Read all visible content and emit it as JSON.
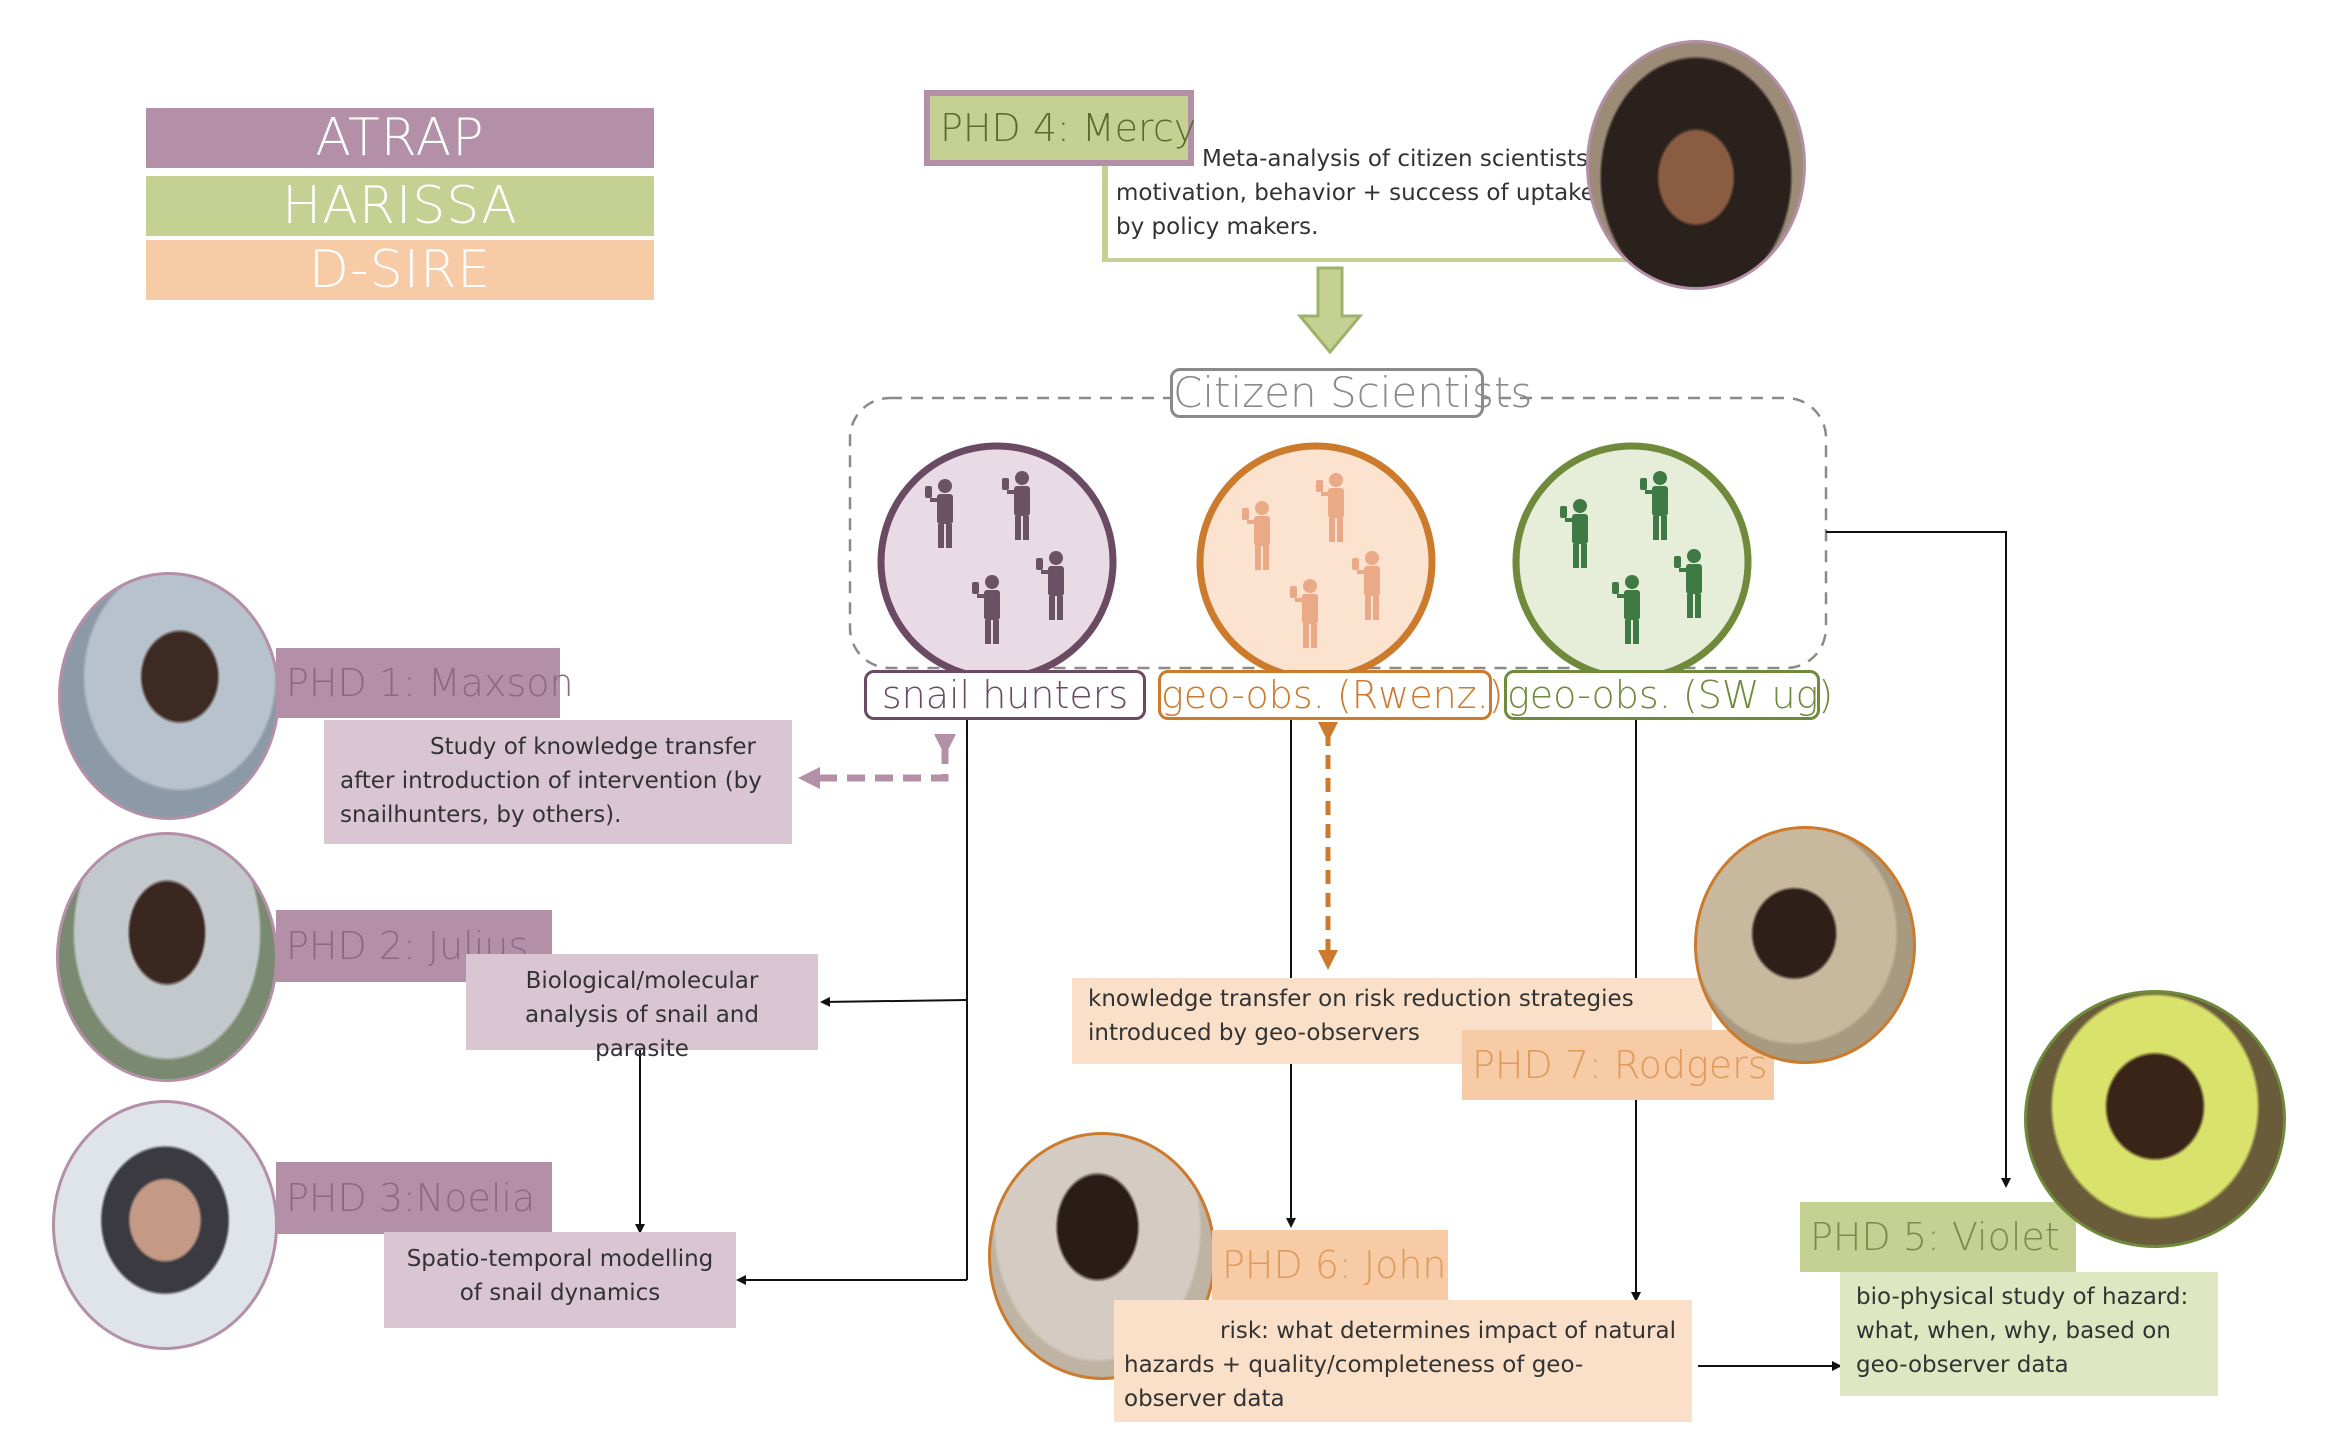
{
  "legend": [
    {
      "label": "ATRAP",
      "color": "#b48fa8"
    },
    {
      "label": "HARISSA",
      "color": "#c5d192"
    },
    {
      "label": "D-SIRE",
      "color": "#f6cba6"
    }
  ],
  "citizen_scientists": {
    "title": "Citizen Scientists",
    "groups": [
      {
        "label": "snail hunters",
        "color": "#6b4a63",
        "fill": "#e9dbe5"
      },
      {
        "label": "geo-obs. (Rwenz.)",
        "color": "#cc7a2c",
        "fill": "#fbe3cf"
      },
      {
        "label": "geo-obs. (SW ug)",
        "color": "#6e8a3a",
        "fill": "#e6edd8"
      }
    ]
  },
  "phds": {
    "p1": {
      "label": "PHD 1: Maxson",
      "desc": "Study of knowledge transfer after introduction of intervention (by snailhunters, by others)."
    },
    "p2": {
      "label": "PHD 2: Julius",
      "desc": "Biological/molecular analysis of snail and parasite"
    },
    "p3": {
      "label": "PHD 3:Noelia",
      "desc": "Spatio-temporal modelling of snail dynamics"
    },
    "p4": {
      "label": "PHD 4: Mercy",
      "desc": "Meta-analysis of citizen scientists: motivation, behavior + success of uptake by policy makers."
    },
    "p5": {
      "label": "PHD 5: Violet",
      "desc": "bio-physical study of hazard: what, when, why, based on geo-observer data"
    },
    "p6": {
      "label": "PHD 6: John",
      "desc": "risk: what determines impact of natural hazards + quality/completeness of geo-observer data"
    },
    "p7": {
      "label": "PHD 7: Rodgers",
      "desc": "knowledge transfer on risk reduction strategies introduced by geo-observers"
    }
  },
  "colors": {
    "atrap_dark": "#b48fa8",
    "atrap_light": "#d9c6d2",
    "harissa_dark": "#c5d192",
    "harissa_light": "#dfe6c2",
    "dsire_dark": "#f6cba6",
    "dsire_light": "#fbe0c9"
  }
}
